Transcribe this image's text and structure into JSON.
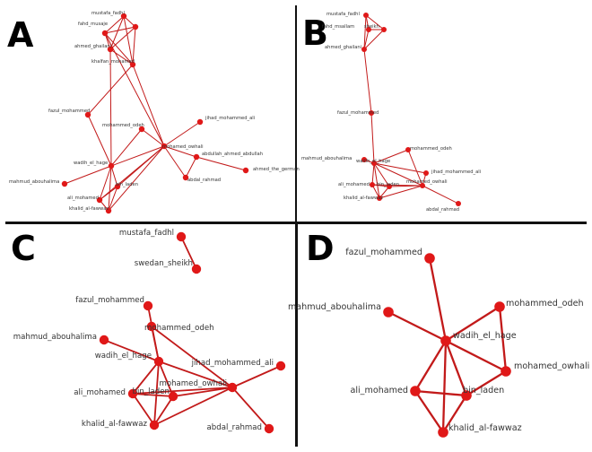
{
  "figure": {
    "edge_color": "#c21a1a",
    "node_color": "#e01818",
    "label_color": "#333333",
    "panels": [
      {
        "letter": "A",
        "nodes": [
          {
            "id": "mf",
            "label": "mustafa_fadhl"
          },
          {
            "id": "fm1",
            "label": "fahd_musaje"
          },
          {
            "id": "ag",
            "label": "ahmed_ghailani"
          },
          {
            "id": "km",
            "label": "khalfan_mohamed"
          },
          {
            "id": "fz",
            "label": "fazul_mohammed"
          },
          {
            "id": "mo",
            "label": "mohammed_odeh"
          },
          {
            "id": "jm",
            "label": "jihad_mohammed_ali"
          },
          {
            "id": "mw",
            "label": "mohamed_owhali"
          },
          {
            "id": "aaa",
            "label": "abdullah_ahmed_abdullah"
          },
          {
            "id": "atg",
            "label": "ahmed_the_german"
          },
          {
            "id": "ar",
            "label": "abdal_rahmad"
          },
          {
            "id": "wh",
            "label": "wadih_el_hage"
          },
          {
            "id": "ma",
            "label": "mahmud_abouhalima"
          },
          {
            "id": "bl",
            "label": "bin_laden"
          },
          {
            "id": "am",
            "label": "ali_mohamed"
          },
          {
            "id": "kf",
            "label": "khalid_al-fawwaz"
          }
        ],
        "edges": [
          [
            "mf",
            "fm1"
          ],
          [
            "mf",
            "ag"
          ],
          [
            "mf",
            "km"
          ],
          [
            "mf",
            "n5"
          ],
          [
            "fm1",
            "ag"
          ],
          [
            "fm1",
            "km"
          ],
          [
            "fm1",
            "n5"
          ],
          [
            "ag",
            "km"
          ],
          [
            "ag",
            "n5"
          ],
          [
            "km",
            "n5"
          ],
          [
            "ag",
            "wh"
          ],
          [
            "km",
            "fz"
          ],
          [
            "km",
            "mw"
          ],
          [
            "n5",
            "mw"
          ],
          [
            "fz",
            "wh"
          ],
          [
            "mo",
            "wh"
          ],
          [
            "mo",
            "mw"
          ],
          [
            "jm",
            "mw"
          ],
          [
            "mw",
            "aaa"
          ],
          [
            "mw",
            "ar"
          ],
          [
            "mw",
            "bl"
          ],
          [
            "mw",
            "wh"
          ],
          [
            "mw",
            "am"
          ],
          [
            "mw",
            "kf"
          ],
          [
            "aaa",
            "atg"
          ],
          [
            "aaa",
            "ar"
          ],
          [
            "wh",
            "ma"
          ],
          [
            "wh",
            "bl"
          ],
          [
            "wh",
            "am"
          ],
          [
            "wh",
            "kf"
          ],
          [
            "bl",
            "am"
          ],
          [
            "bl",
            "kf"
          ],
          [
            "am",
            "kf"
          ]
        ]
      },
      {
        "letter": "B",
        "nodes": [
          {
            "id": "mf",
            "label": "mustafa_fadhl"
          },
          {
            "id": "fm1",
            "label": "fahd_msallam"
          },
          {
            "id": "ss",
            "label": "sheikh"
          },
          {
            "id": "ag",
            "label": "ahmed_ghailani"
          },
          {
            "id": "fz",
            "label": "fazul_mohammed"
          },
          {
            "id": "mo",
            "label": "mohammed_odeh"
          },
          {
            "id": "ma",
            "label": "mahmud_abouhalima"
          },
          {
            "id": "wh",
            "label": "wadih_el_hage"
          },
          {
            "id": "jm",
            "label": "jihad_mohammed_ali"
          },
          {
            "id": "am",
            "label": "ali_mohamed"
          },
          {
            "id": "bl",
            "label": "bin_laden"
          },
          {
            "id": "mw",
            "label": "mohamed_owhali"
          },
          {
            "id": "kf",
            "label": "khalid_al-fawwaz"
          },
          {
            "id": "ar",
            "label": "abdal_rahmad"
          }
        ],
        "edges": [
          [
            "mf",
            "fm1"
          ],
          [
            "mf",
            "ss"
          ],
          [
            "fm1",
            "ss"
          ],
          [
            "fm1",
            "ag"
          ],
          [
            "ss",
            "ag"
          ],
          [
            "mf",
            "ag"
          ],
          [
            "ag",
            "fz"
          ],
          [
            "fz",
            "wh"
          ],
          [
            "mo",
            "wh"
          ],
          [
            "mo",
            "mw"
          ],
          [
            "wh",
            "ma"
          ],
          [
            "wh",
            "am"
          ],
          [
            "wh",
            "bl"
          ],
          [
            "wh",
            "kf"
          ],
          [
            "wh",
            "mw"
          ],
          [
            "wh",
            "jm"
          ],
          [
            "mw",
            "jm"
          ],
          [
            "mw",
            "am"
          ],
          [
            "mw",
            "bl"
          ],
          [
            "mw",
            "kf"
          ],
          [
            "mw",
            "ar"
          ],
          [
            "bl",
            "am"
          ],
          [
            "bl",
            "kf"
          ],
          [
            "am",
            "kf"
          ]
        ]
      },
      {
        "letter": "C",
        "nodes": [
          {
            "id": "mf",
            "label": "mustafa_fadhl"
          },
          {
            "id": "ss",
            "label": "swedan_sheikh"
          },
          {
            "id": "fz",
            "label": "fazul_mohammed"
          },
          {
            "id": "mo",
            "label": "mohammed_odeh"
          },
          {
            "id": "ma",
            "label": "mahmud_abouhalima"
          },
          {
            "id": "wh",
            "label": "wadih_el_hage"
          },
          {
            "id": "jm",
            "label": "jihad_mohammed_ali"
          },
          {
            "id": "mw",
            "label": "mohamed_owhali"
          },
          {
            "id": "am",
            "label": "ali_mohamed"
          },
          {
            "id": "bl",
            "label": "bin_laden"
          },
          {
            "id": "kf",
            "label": "khalid_al-fawwaz"
          },
          {
            "id": "ar",
            "label": "abdal_rahmad"
          }
        ],
        "edges": [
          [
            "mf",
            "ss"
          ],
          [
            "fz",
            "wh"
          ],
          [
            "mo",
            "wh"
          ],
          [
            "mo",
            "mw"
          ],
          [
            "ma",
            "wh"
          ],
          [
            "wh",
            "mw"
          ],
          [
            "wh",
            "am"
          ],
          [
            "wh",
            "bl"
          ],
          [
            "wh",
            "kf"
          ],
          [
            "jm",
            "mw"
          ],
          [
            "mw",
            "bl"
          ],
          [
            "mw",
            "kf"
          ],
          [
            "mw",
            "ar"
          ],
          [
            "mw",
            "am"
          ],
          [
            "am",
            "bl"
          ],
          [
            "bl",
            "kf"
          ],
          [
            "am",
            "kf"
          ]
        ]
      },
      {
        "letter": "D",
        "nodes": [
          {
            "id": "fz",
            "label": "fazul_mohammed"
          },
          {
            "id": "ma",
            "label": "mahmud_abouhalima"
          },
          {
            "id": "mo",
            "label": "mohammed_odeh"
          },
          {
            "id": "wh",
            "label": "wadih_el_hage"
          },
          {
            "id": "mw",
            "label": "mohamed_owhali"
          },
          {
            "id": "am",
            "label": "ali_mohamed"
          },
          {
            "id": "bl",
            "label": "bin_laden"
          },
          {
            "id": "kf",
            "label": "khalid_al-fawwaz"
          }
        ],
        "edges": [
          [
            "fz",
            "wh"
          ],
          [
            "ma",
            "wh"
          ],
          [
            "mo",
            "wh"
          ],
          [
            "mo",
            "mw"
          ],
          [
            "wh",
            "mw"
          ],
          [
            "wh",
            "am"
          ],
          [
            "wh",
            "bl"
          ],
          [
            "wh",
            "kf"
          ],
          [
            "mw",
            "bl"
          ],
          [
            "am",
            "bl"
          ],
          [
            "bl",
            "kf"
          ],
          [
            "am",
            "kf"
          ]
        ]
      }
    ]
  }
}
